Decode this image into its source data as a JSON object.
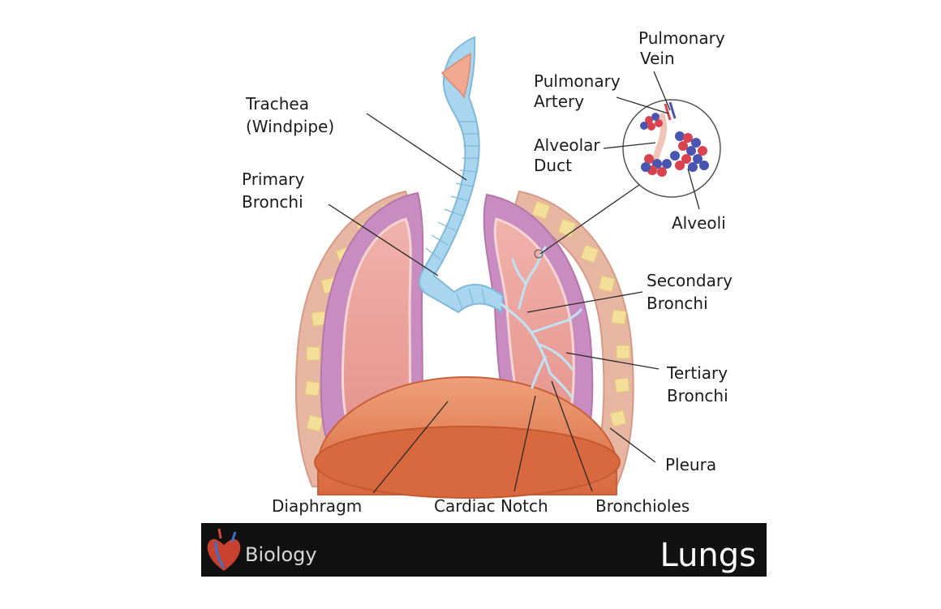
{
  "labels": {
    "trachea": [
      "Trachea",
      "(Windpipe)"
    ],
    "primary_bronchi": [
      "Primary",
      "Bronchi"
    ],
    "pulmonary_vein": [
      "Pulmonary",
      "Vein"
    ],
    "pulmonary_artery": [
      "Pulmonary",
      "Artery"
    ],
    "alveolar_duct": [
      "Alveolar",
      "Duct"
    ],
    "alveoli": [
      "Alveoli"
    ],
    "secondary_bronchi": [
      "Secondary",
      "Bronchi"
    ],
    "tertiary_bronchi": [
      "Tertiary",
      "Bronchi"
    ],
    "pleura": [
      "Pleura"
    ],
    "diaphragm": [
      "Diaphragm"
    ],
    "cardiac_notch": [
      "Cardiac Notch"
    ],
    "bronchioles": [
      "Bronchioles"
    ]
  },
  "banner": {
    "brand": "Biology",
    "title": "Lungs"
  },
  "colors": {
    "banner_bg": "#111111",
    "lung_outer": "#c98cc0",
    "lung_inner": "#e9a7a2",
    "pleura_band": "#e7b6a2",
    "rib_yellow": "#f3df9a",
    "diaphragm": "#e07b52",
    "trachea_blue": "#a9d6ee",
    "alveoli_red": "#d9434f",
    "alveoli_blue": "#4a55b0"
  }
}
